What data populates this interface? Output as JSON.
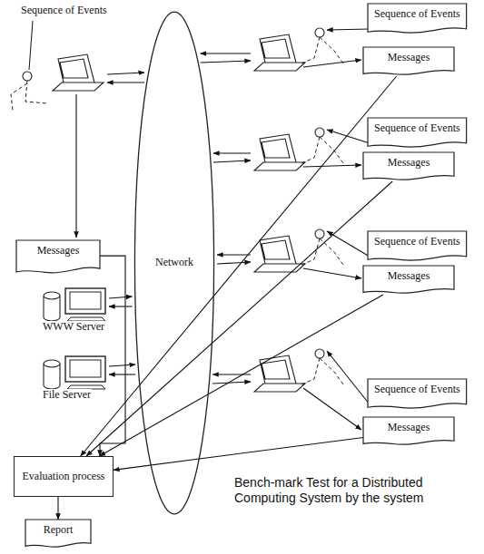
{
  "diagram": {
    "caption": "Bench-mark Test for a Distributed Computing System by the system",
    "nodes": [
      {
        "text": [
          "Sequence of Events"
        ]
      },
      {
        "text": [
          "Messages"
        ]
      },
      {
        "text": [
          "Network"
        ]
      },
      {
        "text": [
          "Sequence of Events"
        ]
      },
      {
        "text": [
          "Messages"
        ]
      },
      {
        "text": [
          "Messages"
        ]
      },
      {
        "text": [
          "Sequence of Events"
        ]
      },
      {
        "text": [
          "Messages"
        ]
      },
      {
        "text": [
          "Sequence of Events"
        ]
      },
      {
        "text": [
          "Messages"
        ]
      },
      {
        "text": [
          "Evaluation process"
        ]
      },
      {
        "text": [
          "Report"
        ]
      }
    ],
    "edges": [
      {
        "from": 5,
        "to": 10,
        "arrow": "to"
      },
      {
        "from": 1,
        "to": 10,
        "arrow": "to"
      },
      {
        "from": 4,
        "to": 10,
        "arrow": "to"
      },
      {
        "from": 7,
        "to": 10,
        "arrow": "to"
      },
      {
        "from": 9,
        "to": 10,
        "arrow": "to"
      },
      {
        "from": 10,
        "to": 11,
        "arrow": "to"
      }
    ],
    "labels": [
      "Sequence of Events",
      "WWW Server",
      "File Server"
    ]
  }
}
